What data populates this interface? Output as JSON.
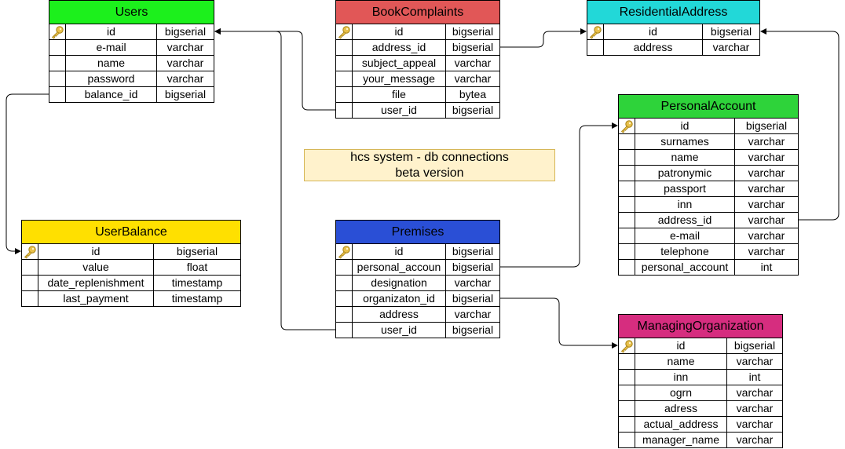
{
  "note": {
    "line1": "hcs system - db connections",
    "line2": "beta version"
  },
  "tables": [
    {
      "id": "Users",
      "title": "Users",
      "color": "#1cf01c",
      "rows": [
        {
          "name": "id",
          "type": "bigserial",
          "pk": true
        },
        {
          "name": "e-mail",
          "type": "varchar"
        },
        {
          "name": "name",
          "type": "varchar"
        },
        {
          "name": "password",
          "type": "varchar"
        },
        {
          "name": "balance_id",
          "type": "bigserial"
        }
      ]
    },
    {
      "id": "BookComplaints",
      "title": "BookComplaints",
      "color": "#e15757",
      "rows": [
        {
          "name": "id",
          "type": "bigserial",
          "pk": true
        },
        {
          "name": "address_id",
          "type": "bigserial"
        },
        {
          "name": "subject_appeal",
          "type": "varchar"
        },
        {
          "name": "your_message",
          "type": "varchar"
        },
        {
          "name": "file",
          "type": "bytea"
        },
        {
          "name": "user_id",
          "type": "bigserial"
        }
      ]
    },
    {
      "id": "ResidentialAddress",
      "title": "ResidentialAddress",
      "color": "#22d8d8",
      "rows": [
        {
          "name": "id",
          "type": "bigserial",
          "pk": true
        },
        {
          "name": "address",
          "type": "varchar"
        }
      ]
    },
    {
      "id": "PersonalAccount",
      "title": "PersonalAccount",
      "color": "#2ed33a",
      "rows": [
        {
          "name": "id",
          "type": "bigserial",
          "pk": true
        },
        {
          "name": "surnames",
          "type": "varchar"
        },
        {
          "name": "name",
          "type": "varchar"
        },
        {
          "name": "patronymic",
          "type": "varchar"
        },
        {
          "name": "passport",
          "type": "varchar"
        },
        {
          "name": "inn",
          "type": "varchar"
        },
        {
          "name": "address_id",
          "type": "varchar"
        },
        {
          "name": "e-mail",
          "type": "varchar"
        },
        {
          "name": "telephone",
          "type": "varchar"
        },
        {
          "name": "personal_account",
          "type": "int"
        }
      ]
    },
    {
      "id": "UserBalance",
      "title": "UserBalance",
      "color": "#ffe000",
      "rows": [
        {
          "name": "id",
          "type": "bigserial",
          "pk": true
        },
        {
          "name": "value",
          "type": "float"
        },
        {
          "name": "date_replenishment",
          "type": "timestamp"
        },
        {
          "name": "last_payment",
          "type": "timestamp"
        }
      ]
    },
    {
      "id": "Premises",
      "title": "Premises",
      "color": "#2a4fd6",
      "rows": [
        {
          "name": "id",
          "type": "bigserial",
          "pk": true
        },
        {
          "name": "personal_accoun",
          "type": "bigserial"
        },
        {
          "name": "designation",
          "type": "varchar"
        },
        {
          "name": "organizaton_id",
          "type": "bigserial"
        },
        {
          "name": "address",
          "type": "varchar"
        },
        {
          "name": "user_id",
          "type": "bigserial"
        }
      ]
    },
    {
      "id": "ManagingOrganization",
      "title": "ManagingOrganization",
      "color": "#d62d7f",
      "rows": [
        {
          "name": "id",
          "type": "bigserial",
          "pk": true
        },
        {
          "name": "name",
          "type": "varchar"
        },
        {
          "name": "inn",
          "type": "int"
        },
        {
          "name": "ogrn",
          "type": "varchar"
        },
        {
          "name": "adress",
          "type": "varchar"
        },
        {
          "name": "actual_address",
          "type": "varchar"
        },
        {
          "name": "manager_name",
          "type": "varchar"
        }
      ]
    }
  ]
}
